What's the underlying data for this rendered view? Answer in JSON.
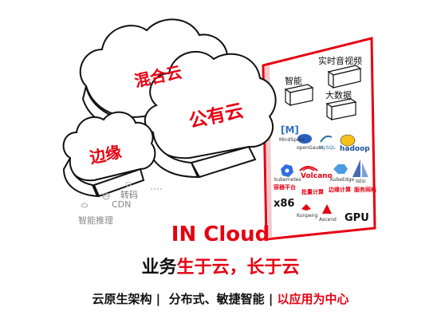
{
  "clouds": {
    "hybrid": "混合云",
    "public": "公有云",
    "edge": "边缘"
  },
  "edge_labels": {
    "transcode": "转码",
    "cdn": "CDN",
    "ai_inference": "智能推理"
  },
  "panel": {
    "blocks": {
      "intelligence": "智能",
      "realtime_av": "实时音视频",
      "big_data": "大数据"
    },
    "software_logos": {
      "mindspore": "[M]",
      "mindspore_caption": "MindSpore",
      "opengauss": "openGauss",
      "mysql": "MySQL",
      "hadoop": "hadoop",
      "kubernetes": "kubernetes",
      "volcano": "Volcano",
      "kubeedge": "KubeEdge",
      "istio": "Istio"
    },
    "category_labels": {
      "container": "容器平台",
      "batch": "批量计算",
      "edge_compute": "边缘计算",
      "mesh": "服务网格"
    },
    "hardware": {
      "x86": "x86",
      "kunpeng": "Kunpeng",
      "ascend": "Ascend",
      "gpu": "GPU"
    }
  },
  "footer": {
    "title": "IN Cloud",
    "slogan_black": "业务",
    "slogan_red": "生于云，长于云",
    "tagline_part1": "云原生架构 |  分布式、敏捷智能 | ",
    "tagline_part2": "以应用为中心"
  },
  "colors": {
    "accent": "#e60012",
    "text": "#111111",
    "muted": "#888888"
  }
}
